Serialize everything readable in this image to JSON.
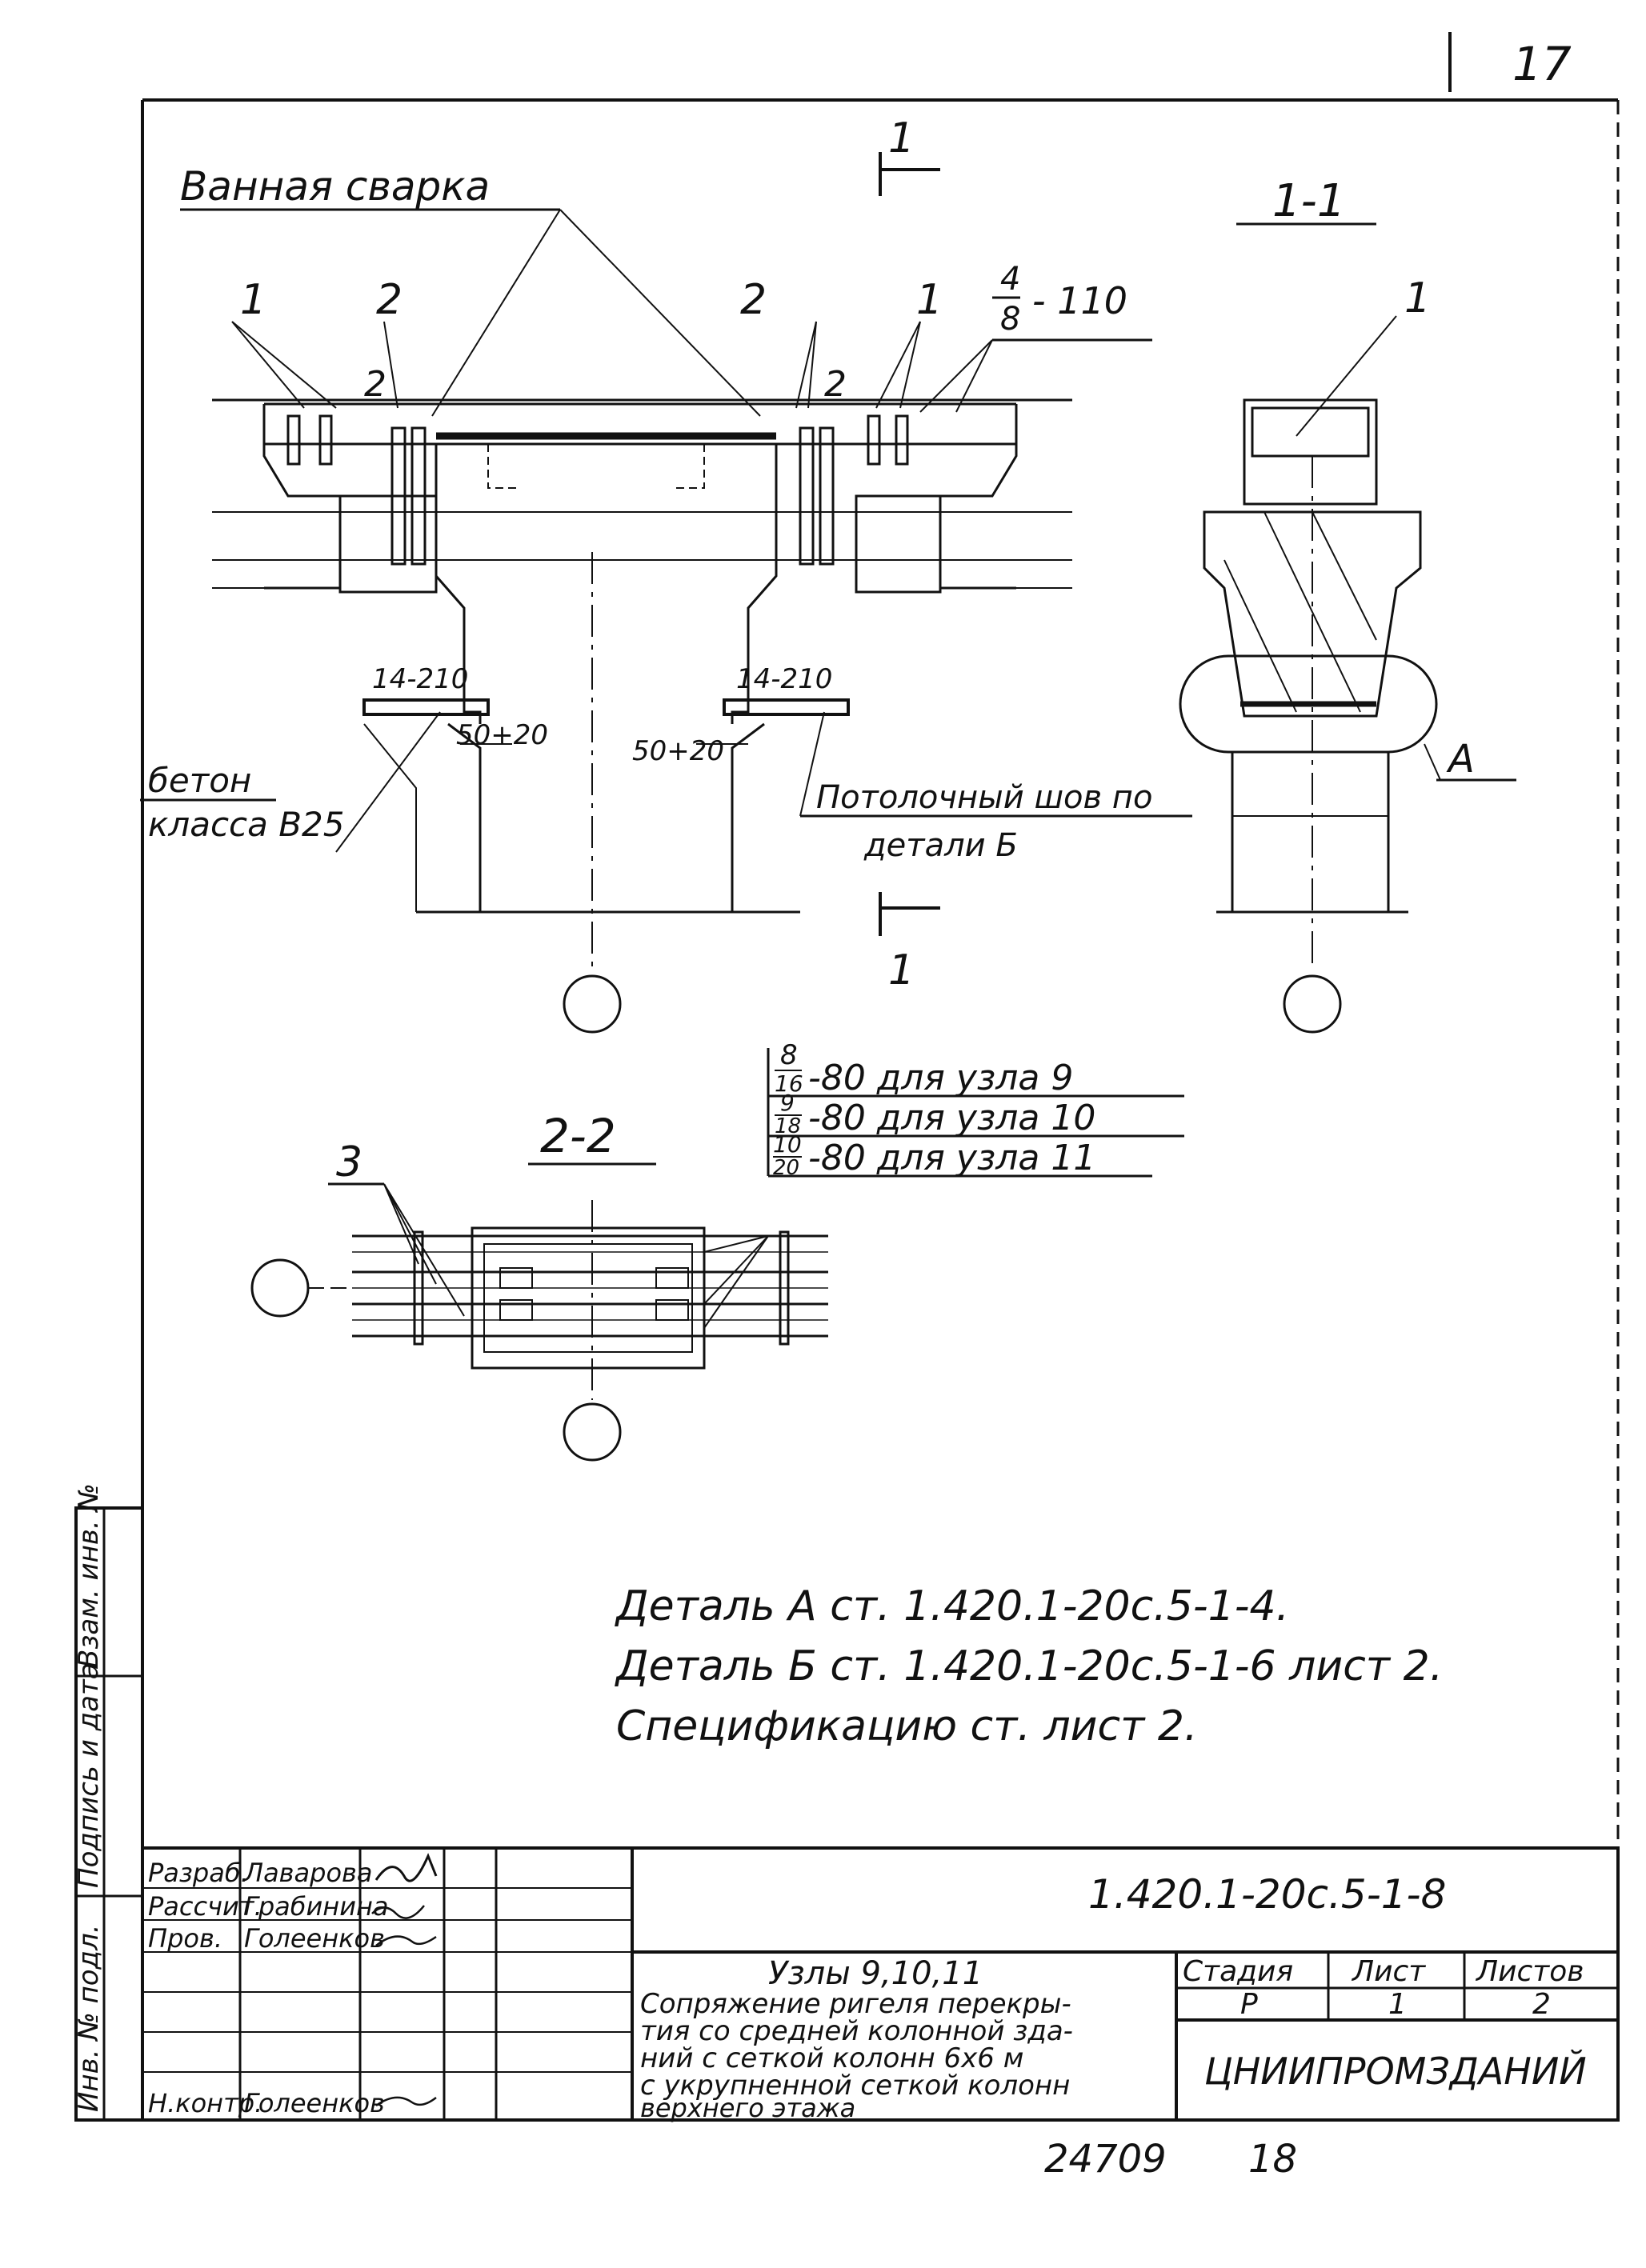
{
  "page": {
    "corner_mark": "17"
  },
  "labels": {
    "weld_bath": "Ванная сварка",
    "section_mark": "1",
    "section_1_1_title": "1-1",
    "section_2_2_title": "2-2",
    "pos_1": "1",
    "pos_2": "2",
    "pos_3": "3",
    "weld_4_8_110_num": "4",
    "weld_4_8_110_den": "8",
    "weld_4_8_110_len": "- 110",
    "weld_14_210": "14-210",
    "dim_50_20": "50+20",
    "concrete_line1": "бетон",
    "concrete_line2": "класса В25",
    "ceiling_seam_line1": "Потолочный шов по",
    "ceiling_seam_line2": "детали Б",
    "detail_A": "А"
  },
  "welds": [
    {
      "num": "8",
      "den": "16",
      "text": "-80 для узла 9"
    },
    {
      "num": "9",
      "den": "18",
      "text": "-80 для узла 10"
    },
    {
      "num": "10",
      "den": "20",
      "text": "-80 для узла 11"
    }
  ],
  "notes": [
    "Деталь А  ст. 1.420.1-20с.5-1-4.",
    "Деталь Б ст. 1.420.1-20с.5-1-6 лист 2.",
    "Спецификацию  ст. лист 2."
  ],
  "side_stamp": [
    "Инв. № подл.",
    "Подпись и дата",
    "Взам. инв. №"
  ],
  "title_block": {
    "doc_code": "1.420.1-20с.5-1-8",
    "signatures": [
      {
        "role": "Разраб.",
        "name": "Лаварова"
      },
      {
        "role": "Рассчит.",
        "name": "Грабинина"
      },
      {
        "role": "Пров.",
        "name": "Голеенков"
      },
      {
        "role": "",
        "name": ""
      },
      {
        "role": "",
        "name": ""
      },
      {
        "role": "",
        "name": ""
      },
      {
        "role": "Н.контр.",
        "name": "Голеенков"
      }
    ],
    "title_lines": [
      "Узлы 9,10,11",
      "Сопряжение ригеля перекры-",
      "тия со средней колонной зда-",
      "ний с сеткой колонн 6х6 м",
      "с укрупненной сеткой колонн",
      "верхнего этажа"
    ],
    "stage_header": "Стадия",
    "sheet_header": "Лист",
    "sheets_header": "Листов",
    "stage": "Р",
    "sheet": "1",
    "sheets": "2",
    "organization": "ЦНИИПРОМЗДАНИЙ"
  },
  "footer": {
    "number": "24709",
    "page": "18"
  }
}
